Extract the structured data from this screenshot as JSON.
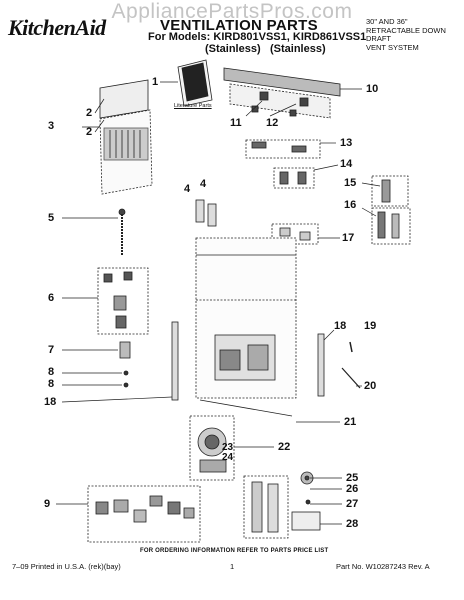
{
  "watermark": "AppliancePartsPros.com",
  "header": {
    "brand": "KitchenAid",
    "title": "VENTILATION PARTS",
    "models_line": "For Models: KIRD801VSS1, KIRD861VSS1",
    "stainless_1": "(Stainless)",
    "stainless_2": "(Stainless)",
    "system_line_1": "30\" AND 36\"",
    "system_line_2": "RETRACTABLE DOWN DRAFT",
    "system_line_3": "VENT SYSTEM"
  },
  "literature_label": "Literature Parts",
  "callouts": {
    "n1": "1",
    "n2a": "2",
    "n2b": "2",
    "n3": "3",
    "n4a": "4",
    "n4b": "4",
    "n5": "5",
    "n6": "6",
    "n7": "7",
    "n8a": "8",
    "n8b": "8",
    "n9": "9",
    "n10": "10",
    "n11": "11",
    "n12": "12",
    "n13": "13",
    "n14": "14",
    "n15": "15",
    "n16": "16",
    "n17": "17",
    "n18a": "18",
    "n18b": "18",
    "n19": "19",
    "n20": "20",
    "n21": "21",
    "n22": "22",
    "n23": "23",
    "n24": "24",
    "n25": "25",
    "n26": "26",
    "n27": "27",
    "n28": "28"
  },
  "footer": {
    "ordering": "FOR ORDERING INFORMATION REFER TO PARTS PRICE LIST",
    "printed": "7–09 Printed in U.S.A. (rek)(bay)",
    "page": "1",
    "part_no": "Part No. W10287243 Rev. A"
  }
}
